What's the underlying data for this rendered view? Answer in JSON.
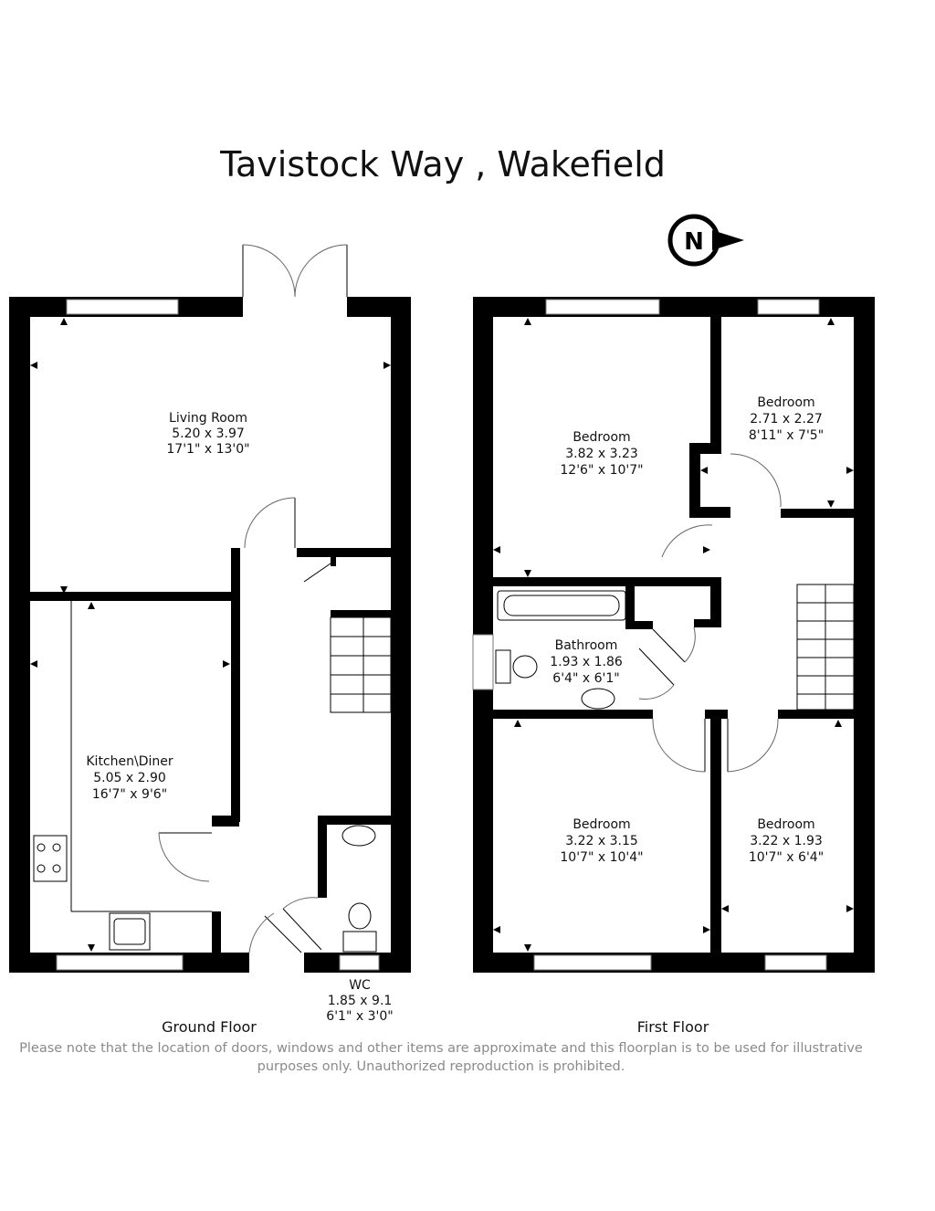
{
  "title": "Tavistock Way , Wakefield",
  "compass": {
    "letter": "N",
    "icon": "north-compass-icon"
  },
  "ground_floor": {
    "label": "Ground Floor",
    "rooms": [
      {
        "name": "Living Room",
        "metric": "5.20 x 3.97",
        "imperial": "17'1\" x 13'0\""
      },
      {
        "name": "Kitchen\\Diner",
        "metric": "5.05 x 2.90",
        "imperial": "16'7\" x 9'6\""
      },
      {
        "name": "WC",
        "metric": "1.85 x 9.1",
        "imperial": "6'1\" x 3'0\""
      }
    ]
  },
  "first_floor": {
    "label": "First Floor",
    "rooms": [
      {
        "name": "Bedroom",
        "metric": "3.82 x 3.23",
        "imperial": "12'6\" x 10'7\""
      },
      {
        "name": "Bedroom",
        "metric": "2.71 x 2.27",
        "imperial": "8'11\" x 7'5\""
      },
      {
        "name": "Bathroom",
        "metric": "1.93 x 1.86",
        "imperial": "6'4\" x 6'1\""
      },
      {
        "name": "Bedroom",
        "metric": "3.22 x 3.15",
        "imperial": "10'7\" x 10'4\""
      },
      {
        "name": "Bedroom",
        "metric": "3.22 x 1.93",
        "imperial": "10'7\" x 6'4\""
      }
    ]
  },
  "disclaimer": {
    "line1": "Please note that the location of doors, windows and other items are approximate and this floorplan is to be used for illustrative",
    "line2": "purposes only. Unauthorized reproduction is prohibited."
  }
}
